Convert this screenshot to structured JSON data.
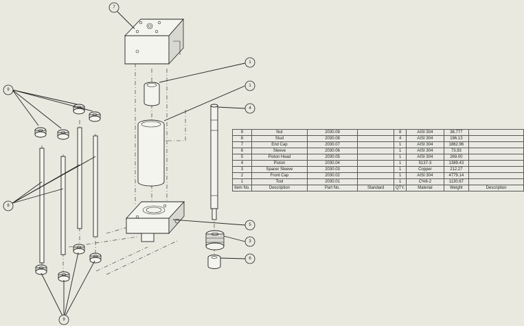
{
  "balloons": {
    "b7_top": "7",
    "b1_upper": "1",
    "b1_lower": "1",
    "b4": "4",
    "b9_left": "9",
    "b8": "8",
    "b5_base": "5",
    "b3": "3",
    "b6": "6",
    "b9_bottom": "9"
  },
  "bom": {
    "headers": [
      "Item No.",
      "Description",
      "Part No.",
      "Standard",
      "QTY.",
      "Material",
      "Weight",
      "Description"
    ],
    "rows": [
      [
        "9",
        "Nut",
        "2030.09",
        "",
        "8",
        "AISI 304",
        "38.777",
        ""
      ],
      [
        "8",
        "Stud",
        "2030.08",
        "",
        "4",
        "AISI 304",
        "196.13",
        ""
      ],
      [
        "7",
        "End Cap",
        "2030.07",
        "",
        "1",
        "AISI 304",
        "1862.96",
        ""
      ],
      [
        "6",
        "Sleeve",
        "2030.06",
        "",
        "1",
        "AISI 304",
        "73.93",
        ""
      ],
      [
        "5",
        "Piston Head",
        "2030.05",
        "",
        "1",
        "AISI 304",
        "269.00",
        ""
      ],
      [
        "4",
        "Piston",
        "2030.04",
        "",
        "1",
        "5137-3",
        "1389.43",
        ""
      ],
      [
        "3",
        "Spacer Sleeve",
        "2030.03",
        "",
        "1",
        "Copper",
        "212.27",
        ""
      ],
      [
        "2",
        "Front Cap",
        "2030.02",
        "",
        "1",
        "AISI 304",
        "4779.14",
        ""
      ],
      [
        "1",
        "Tool",
        "2030.01",
        "",
        "1",
        "C%6-2",
        "1130.67",
        ""
      ]
    ]
  }
}
